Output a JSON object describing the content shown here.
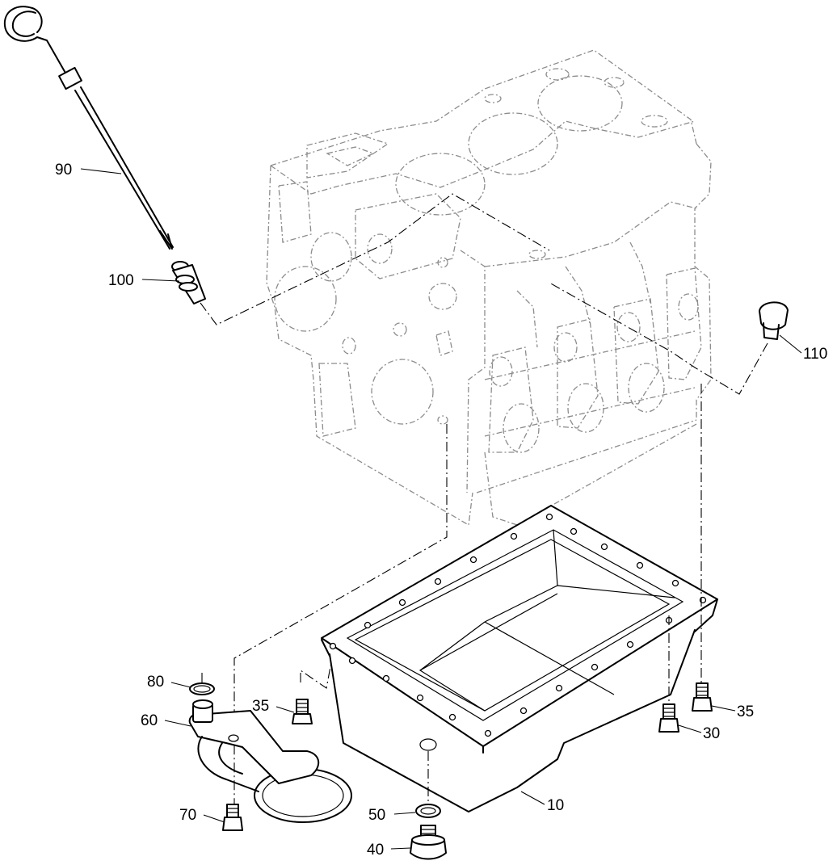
{
  "callouts": {
    "c90": "90",
    "c100": "100",
    "c110": "110",
    "c80": "80",
    "c60": "60",
    "c35a": "35",
    "c35b": "35",
    "c30": "30",
    "c70": "70",
    "c50": "50",
    "c40": "40",
    "c10": "10"
  }
}
